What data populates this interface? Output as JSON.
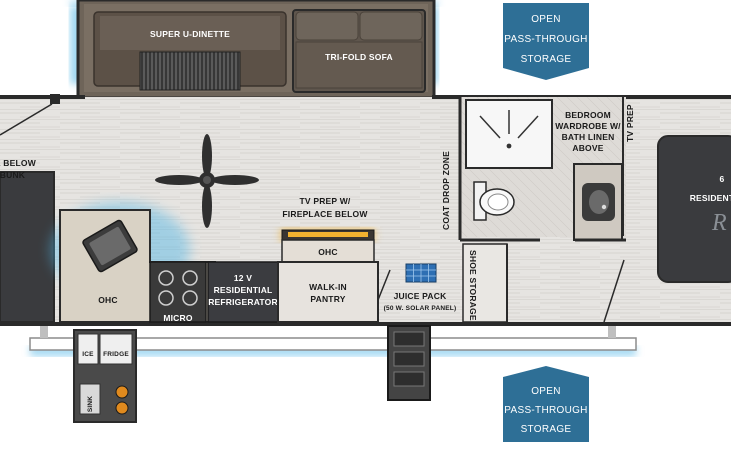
{
  "labels": {
    "super_u_dinette": "SUPER U-DINETTE",
    "tri_fold_sofa": "TRI-FOLD SOFA",
    "storage_below_1": "GE BELOW",
    "storage_below_2": "R BUNK",
    "tv_prep_1": "TV PREP W/",
    "tv_prep_2": "FIREPLACE BELOW",
    "ohc_fireplace": "OHC",
    "ohc_kitchen": "OHC",
    "micro": "MICRO",
    "refrigerator_1": "12 V",
    "refrigerator_2": "RESIDENTIAL",
    "refrigerator_3": "REFRIGERATOR",
    "walk_in_pantry_1": "WALK-IN",
    "walk_in_pantry_2": "PANTRY",
    "juice_pack_1": "JUICE PACK",
    "juice_pack_2": "(50 W. SOLAR PANEL)",
    "coat_drop_zone": "COAT DROP ZONE",
    "shoe_storage": "SHOE STORAGE",
    "bedroom_wardrobe_1": "BEDROOM",
    "bedroom_wardrobe_2": "WARDROBE W/",
    "bedroom_wardrobe_3": "BATH LINEN",
    "bedroom_wardrobe_4": "ABOVE",
    "tv_prep_bedroom": "TV PREP",
    "bed_1": "6",
    "bed_2": "RESIDENT",
    "brand_mark": "R",
    "ice": "ICE",
    "fridge": "FRIDGE",
    "sink": "SINK"
  },
  "callouts": {
    "top_1": "OPEN",
    "top_2": "PASS-THROUGH",
    "top_3": "STORAGE",
    "bottom_1": "OPEN",
    "bottom_2": "PASS-THROUGH",
    "bottom_3": "STORAGE"
  },
  "colors": {
    "callout": "#2e6f96",
    "accent_glow": "#4fb6e6",
    "fireplace": "#f2b230",
    "wall": "#2a2a2a"
  },
  "icons": [
    "ceiling-fan-icon",
    "toilet-icon",
    "sink-icon",
    "solar-panel-icon",
    "stove-icon",
    "entry-steps-icon"
  ]
}
